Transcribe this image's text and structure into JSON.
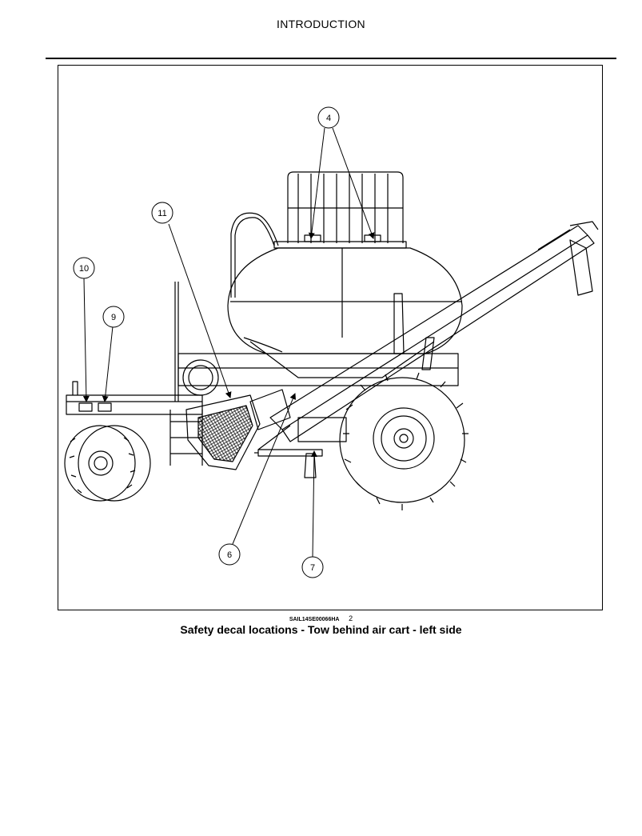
{
  "header": {
    "title": "INTRODUCTION"
  },
  "figure": {
    "code": "SAIL14SE00066HA",
    "number": "2",
    "caption": "Safety decal locations - Tow behind air cart - left side",
    "callouts": [
      {
        "id": "callout-4",
        "label": "4"
      },
      {
        "id": "callout-11",
        "label": "11"
      },
      {
        "id": "callout-10",
        "label": "10"
      },
      {
        "id": "callout-9",
        "label": "9"
      },
      {
        "id": "callout-6",
        "label": "6"
      },
      {
        "id": "callout-7",
        "label": "7"
      }
    ]
  }
}
